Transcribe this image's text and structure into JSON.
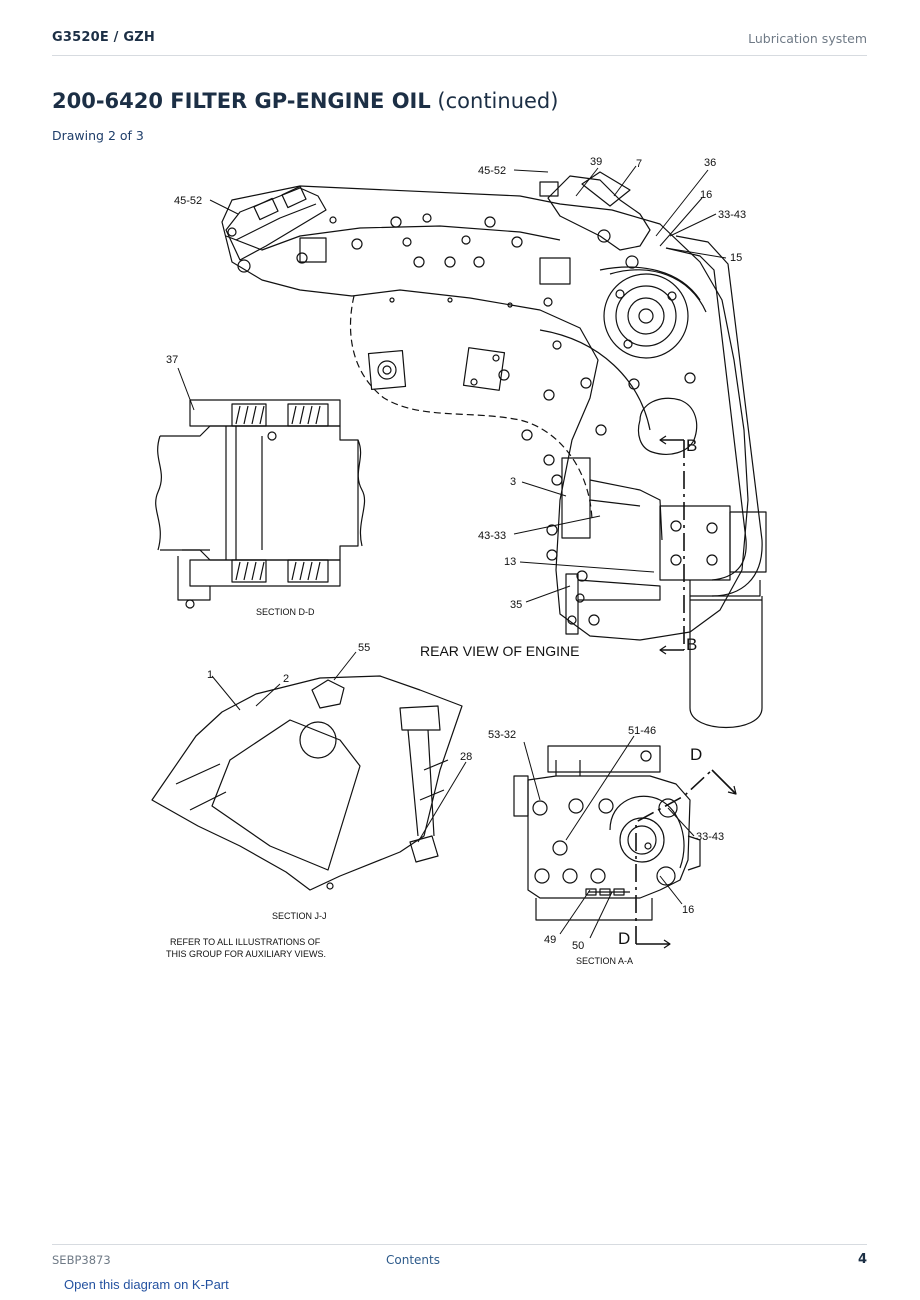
{
  "header": {
    "model": "G3520E  /  GZH",
    "section": "Lubrication system"
  },
  "title": {
    "part_number_name": "200-6420 FILTER GP-ENGINE OIL",
    "suffix": " (continued)"
  },
  "subtitle": "Drawing 2 of 3",
  "drawing": {
    "callouts": {
      "c_45_52_top": "45-52",
      "c_39": "39",
      "c_7": "7",
      "c_36": "36",
      "c_16_top": "16",
      "c_33_43_top": "33-43",
      "c_45_52_left": "45-52",
      "c_15": "15",
      "c_37": "37",
      "c_3": "3",
      "c_43_33": "43-33",
      "c_13": "13",
      "c_35": "35",
      "c_55": "55",
      "c_1": "1",
      "c_2": "2",
      "c_28": "28",
      "c_53_32": "53-32",
      "c_51_46": "51-46",
      "c_33_43_bottom": "33-43",
      "c_16_bottom": "16",
      "c_49": "49",
      "c_50": "50"
    },
    "section_letters": {
      "b_upper": "B",
      "b_lower": "B",
      "d_upper": "D",
      "d_lower": "D"
    },
    "labels": {
      "rear_view": "REAR VIEW OF ENGINE",
      "section_dd": "SECTION D-D",
      "section_jj": "SECTION J-J",
      "section_aa": "SECTION A-A",
      "note_line1": "REFER TO ALL ILLUSTRATIONS OF",
      "note_line2": "THIS GROUP FOR AUXILIARY VIEWS."
    }
  },
  "footer": {
    "doc_id": "SEBP3873",
    "contents_link": "Contents",
    "page_number": "4"
  },
  "kpart_link": "Open this diagram on K-Part"
}
